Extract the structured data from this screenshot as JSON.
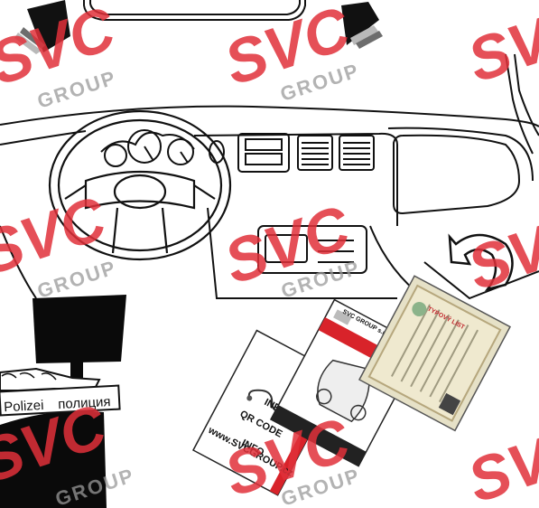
{
  "watermark": {
    "brand": "SVC",
    "sub": "GROUP",
    "color": "#e0303a"
  },
  "doc_front": {
    "title_lines": [
      "INFO",
      "QR CODE",
      "www.SVCGROUP.cz"
    ]
  },
  "doc_mid": {
    "header": "SVC GROUP s.r.o."
  },
  "doc_cert": {
    "title": "TYPOVÝ LIST"
  },
  "police": {
    "text_de": "Polizei",
    "text_ru": "полиция"
  }
}
